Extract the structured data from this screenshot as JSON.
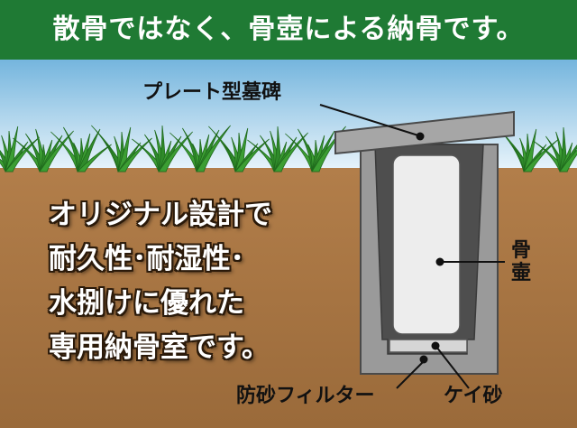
{
  "header": {
    "title": "散骨ではなく、骨壺による納骨です。"
  },
  "labels": {
    "plate_tomb": "プレート型墓碑",
    "urn": "骨壷",
    "filter": "防砂フィルター",
    "sand": "ケイ砂"
  },
  "body": {
    "lines": [
      "オリジナル設計で",
      "耐久性･耐湿性･",
      "水捌けに優れた",
      "専用納骨室です。"
    ]
  },
  "colors": {
    "header_green": "#1f7a34",
    "sky_top": "#6fb2dc",
    "soil": "#a0703f",
    "concrete": "#9a9a9a",
    "slab": "#a6a6a6",
    "urn_fill": "#ededed",
    "text_outline": "#2b1a0a"
  }
}
